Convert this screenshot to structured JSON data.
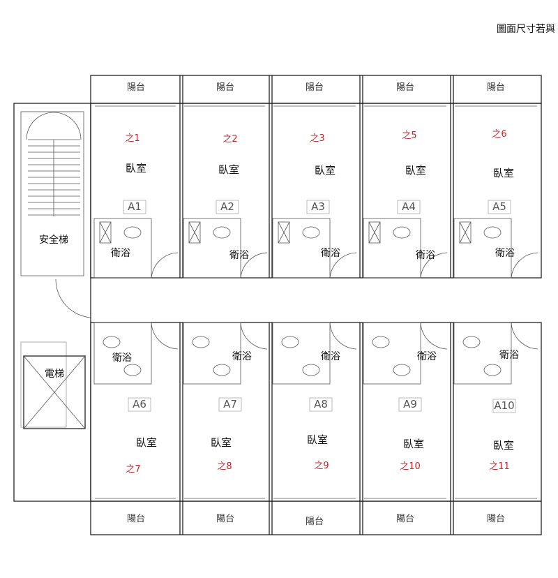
{
  "header": {
    "note": "圖面尺寸若與"
  },
  "core": {
    "stair_label": "安全梯",
    "elevator_label": "電梯"
  },
  "top_units": [
    {
      "code": "之1",
      "room": "臥室",
      "unit": "A1",
      "bath": "衛浴",
      "balcony": "陽台"
    },
    {
      "code": "之2",
      "room": "臥室",
      "unit": "A2",
      "bath": "衛浴",
      "balcony": "陽台"
    },
    {
      "code": "之3",
      "room": "臥室",
      "unit": "A3",
      "bath": "衛浴",
      "balcony": "陽台"
    },
    {
      "code": "之5",
      "room": "臥室",
      "unit": "A4",
      "bath": "衛浴",
      "balcony": "陽台"
    },
    {
      "code": "之6",
      "room": "臥室",
      "unit": "A5",
      "bath": "衛浴",
      "balcony": "陽台"
    }
  ],
  "bottom_units": [
    {
      "code": "之7",
      "room": "臥室",
      "unit": "A6",
      "bath": "衛浴",
      "balcony": "陽台"
    },
    {
      "code": "之8",
      "room": "臥室",
      "unit": "A7",
      "bath": "衛浴",
      "balcony": "陽台"
    },
    {
      "code": "之9",
      "room": "臥室",
      "unit": "A8",
      "bath": "衛浴",
      "balcony": "陽台"
    },
    {
      "code": "之10",
      "room": "臥室",
      "unit": "A9",
      "bath": "衛浴",
      "balcony": "陽台"
    },
    {
      "code": "之11",
      "room": "臥室",
      "unit": "A10",
      "bath": "衛浴",
      "balcony": "陽台"
    }
  ],
  "colors": {
    "code_text": "#c0282d",
    "wall": "#222222"
  }
}
